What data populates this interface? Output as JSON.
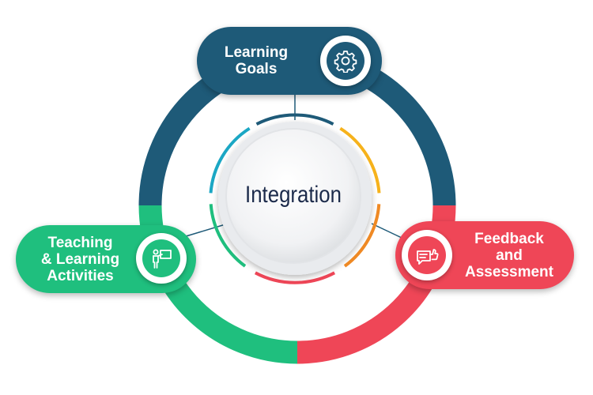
{
  "center": {
    "label": "Integration"
  },
  "nodes": [
    {
      "id": "learning-goals",
      "lines": [
        "Learning",
        "Goals"
      ],
      "icon": "gear-icon",
      "color": "#1e5a78"
    },
    {
      "id": "teaching-activities",
      "lines": [
        "Teaching",
        "& Learning",
        "Activities"
      ],
      "icon": "presentation-teacher-icon",
      "color": "#1fbf7e"
    },
    {
      "id": "feedback-assessment",
      "lines": [
        "Feedback",
        "and",
        "Assessment"
      ],
      "icon": "feedback-thumbs-up-icon",
      "color": "#ef4657"
    }
  ],
  "colors": {
    "teal": "#1e5a78",
    "green": "#1fbf7e",
    "red": "#ef4657",
    "amber": "#f6b21b",
    "orange": "#f08a24",
    "center_text": "#1b2a4a"
  }
}
